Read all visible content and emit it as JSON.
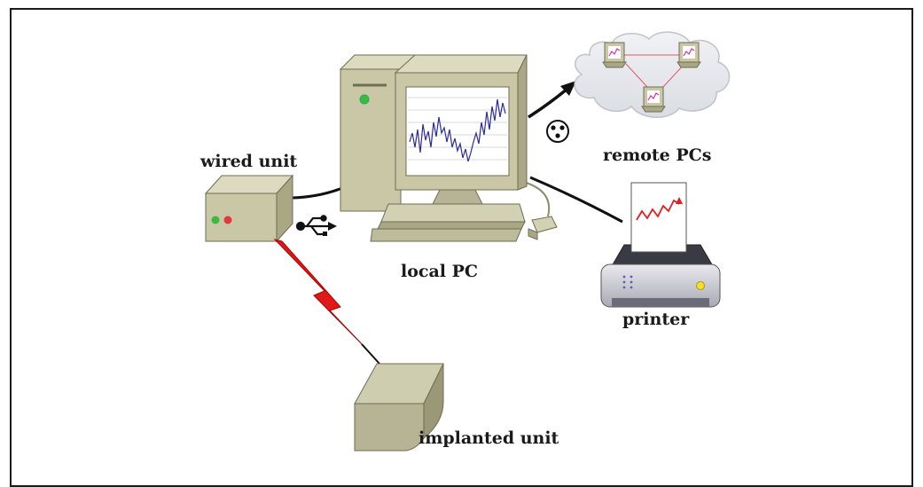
{
  "labels": {
    "wired_unit": "wired unit",
    "local_pc": "local PC",
    "remote_pcs": "remote PCs",
    "printer": "printer",
    "implanted_unit": "implanted unit"
  },
  "icons": {
    "usb": "usb-icon",
    "network": "network-icon",
    "wireless_link": "lightning-bolt-icon"
  },
  "colors": {
    "device_body": "#c9c7a6",
    "device_side": "#a9a784",
    "device_dark": "#8e8c6c",
    "signal_trace": "#2a2a9c",
    "print_trace": "#e02020",
    "remote_trace": "#cc33aa",
    "cloud": "#e6e8ec",
    "bolt": "#e01818",
    "led_green": "#3cba3c",
    "led_red": "#e03a3a",
    "printer_led": "#f2e02a"
  }
}
